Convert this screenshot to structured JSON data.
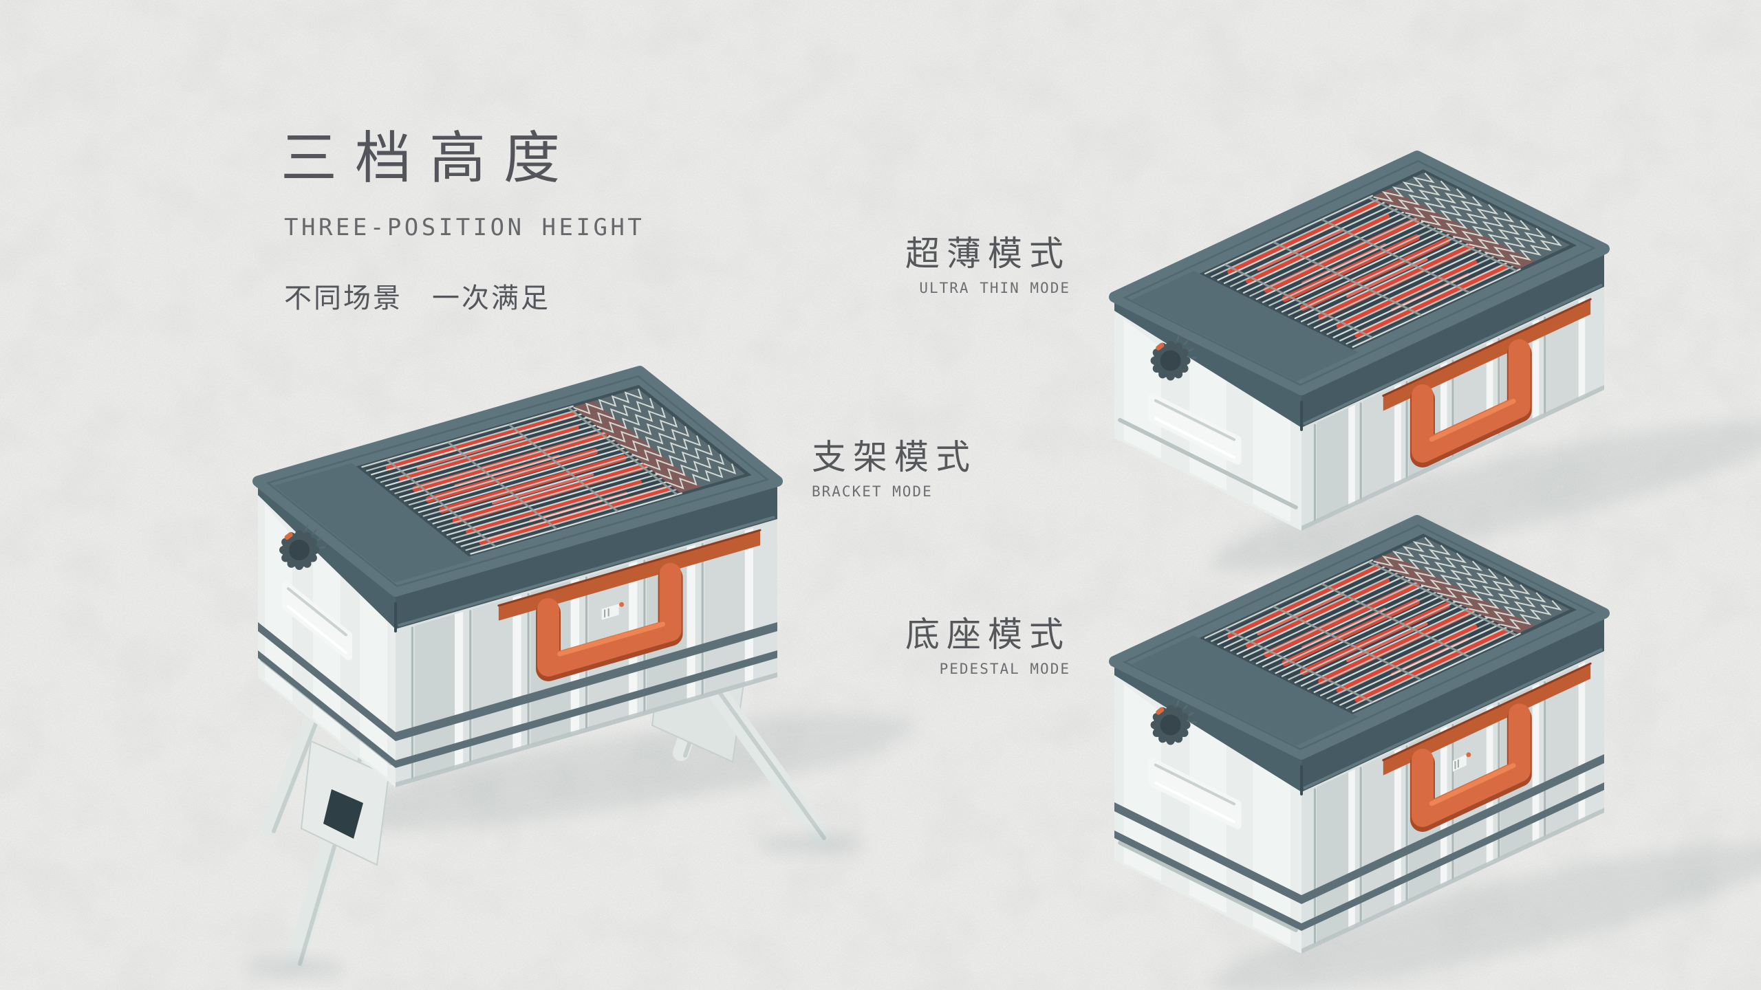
{
  "page": {
    "title_zh": "三档高度",
    "title_en": "THREE-POSITION HEIGHT",
    "tagline": "不同场景　一次满足"
  },
  "modes": [
    {
      "id": "ultra-thin",
      "zh": "超薄模式",
      "en": "ULTRA THIN MODE"
    },
    {
      "id": "bracket",
      "zh": "支架模式",
      "en": "BRACKET MODE"
    },
    {
      "id": "pedestal",
      "zh": "底座模式",
      "en": "PEDESTAL MODE"
    }
  ],
  "colors": {
    "background": "#EDEDEB",
    "text_dark": "#54555A",
    "text_muted": "#67686C",
    "slate_top": "#5E757E",
    "slate_side": "#465A63",
    "slate_side_left": "#4C626B",
    "slate_groove": "#5D7078",
    "body_left": "#E9EDEC",
    "body_front": "#DCE2E1",
    "rib_panel": "#CCD4D3",
    "rib_bright": "#F3F6F5",
    "rib_shadow": "#98A7A7",
    "accent_orange": "#D96B42",
    "accent_orange_dark": "#A84A28",
    "accent_orange_recess": "#C05C32",
    "accent_orange_light": "#EF8757",
    "heat_red": "#DC4737",
    "heat_red_bright": "#F2685A",
    "grate_recess": "#3F525A",
    "wire_silver": "#CDD3D0",
    "mesh_light": "#DADFDA",
    "knob_dark": "#46575E",
    "leg_white": "#E2E8E6",
    "leg_edge": "#BFCAC8",
    "hole_dark": "#2E3F46"
  }
}
